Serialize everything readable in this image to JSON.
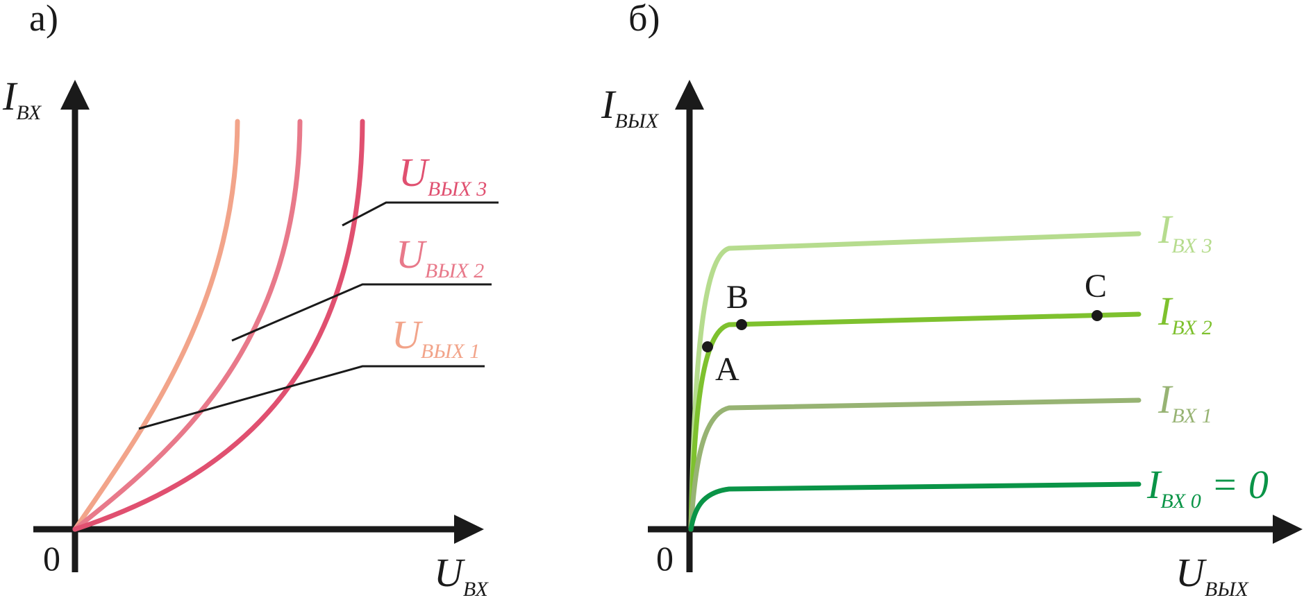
{
  "panel_a": {
    "label": "а)",
    "origin": "0",
    "y_axis": {
      "main": "I",
      "sub": "ВХ"
    },
    "x_axis": {
      "main": "U",
      "sub": "ВХ"
    },
    "curves": [
      {
        "main": "U",
        "sub": "ВЫХ 1",
        "color": "#f2a48a"
      },
      {
        "main": "U",
        "sub": "ВЫХ 2",
        "color": "#e8798a"
      },
      {
        "main": "U",
        "sub": "ВЫХ 3",
        "color": "#e05070"
      }
    ],
    "leader_color": "#1a1a1a"
  },
  "panel_b": {
    "label": "б)",
    "origin": "0",
    "y_axis": {
      "main": "I",
      "sub": "ВЫХ"
    },
    "x_axis": {
      "main": "U",
      "sub": "ВЫХ"
    },
    "curves": [
      {
        "main": "I",
        "sub": "ВХ 0",
        "suffix": " = 0",
        "color": "#0a9447"
      },
      {
        "main": "I",
        "sub": "ВХ 1",
        "suffix": "",
        "color": "#97b373"
      },
      {
        "main": "I",
        "sub": "ВХ 2",
        "suffix": "",
        "color": "#7ec12e"
      },
      {
        "main": "I",
        "sub": "ВХ 3",
        "suffix": "",
        "color": "#b6dc8e"
      }
    ],
    "points": [
      {
        "label": "A"
      },
      {
        "label": "B"
      },
      {
        "label": "C"
      }
    ]
  },
  "colors": {
    "axis": "#1a1a1a",
    "point": "#1a1a1a"
  }
}
